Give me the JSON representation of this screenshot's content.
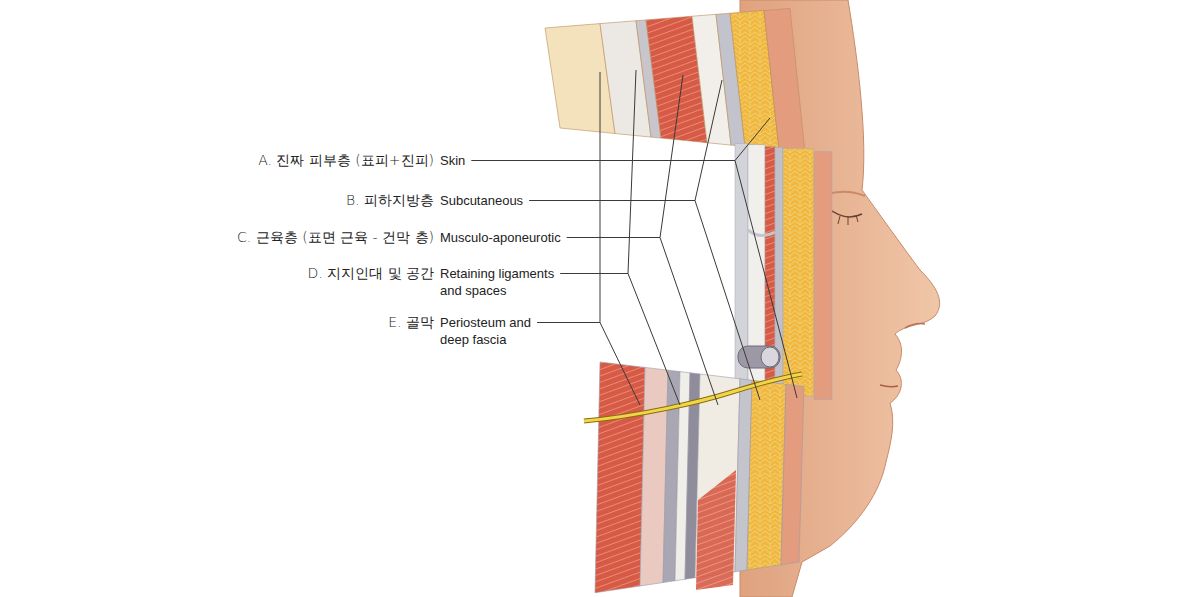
{
  "diagram": {
    "labels": [
      "A. 진짜 피부층 (표피+진피)",
      "Skin",
      "B. 피하지방층",
      "Subcutaneous",
      "C. 근육층 (표면 근육 - 건막 층)",
      "Musculo-aponeurotic",
      "D. 지지인대 및 공간",
      "Retaining ligaments and spaces",
      "E. 골막",
      "Periosteum and deep fascia"
    ]
  }
}
